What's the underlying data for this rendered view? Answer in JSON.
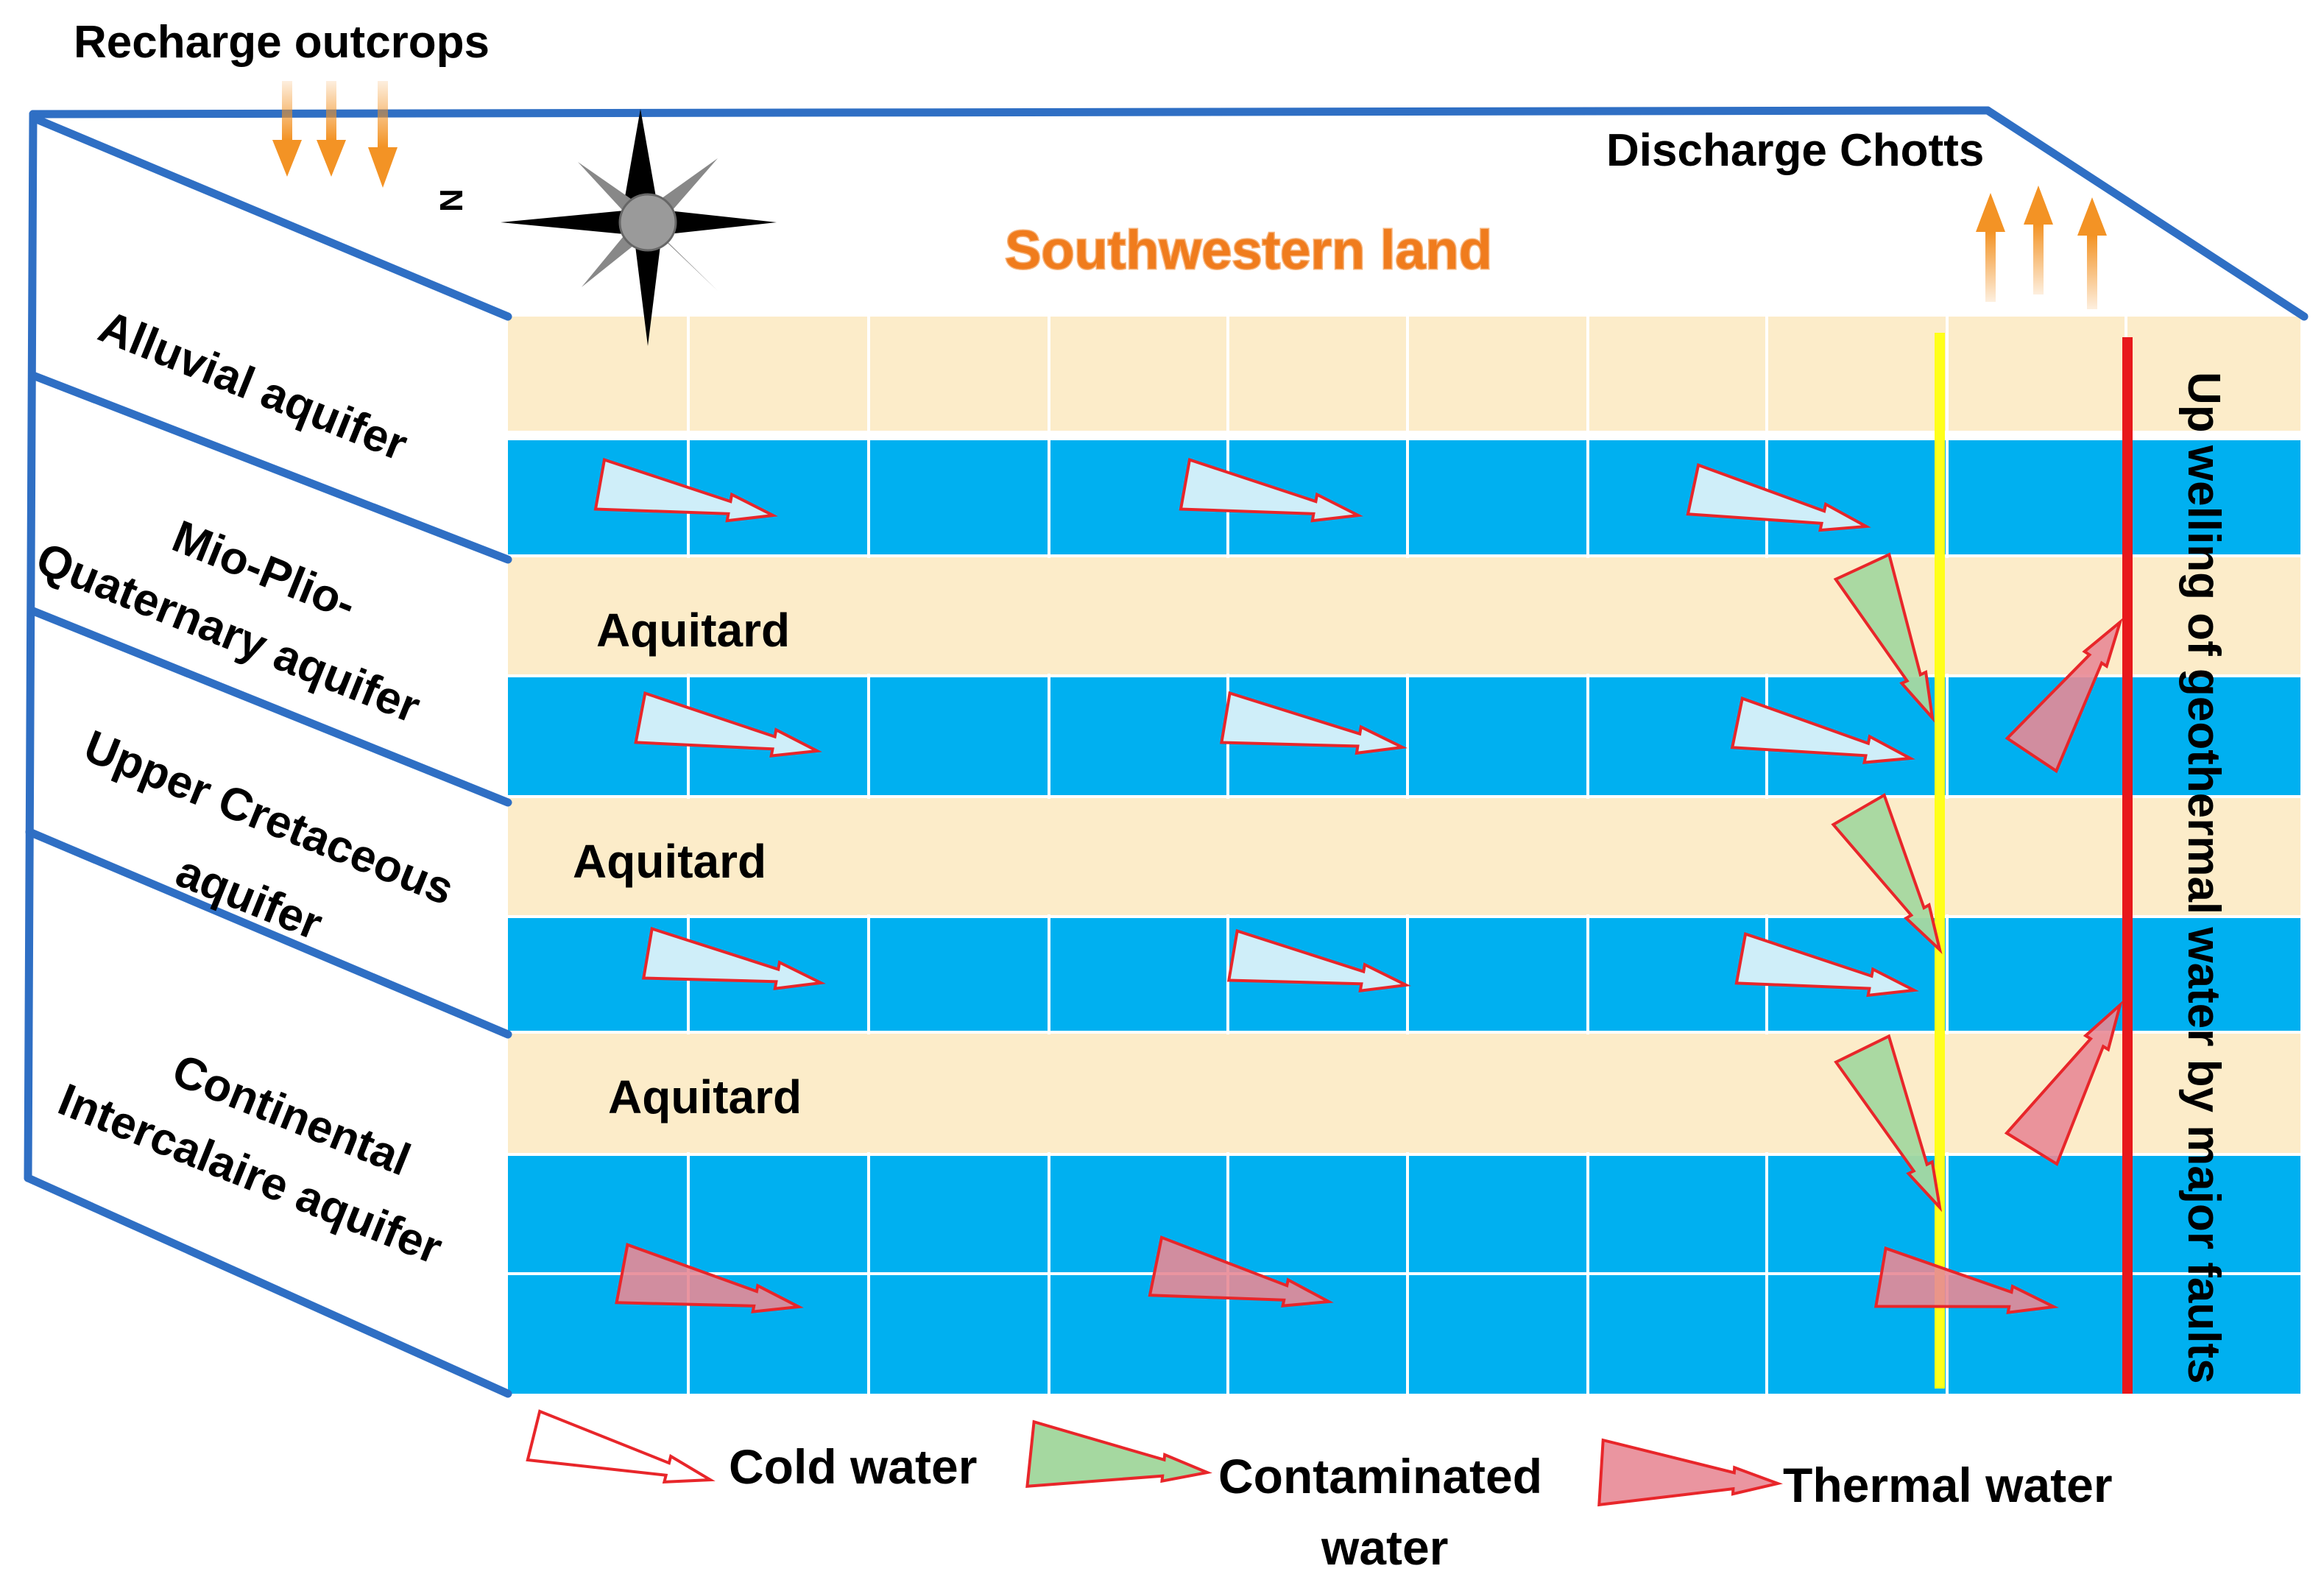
{
  "labels": {
    "recharge": "Recharge outcrops",
    "discharge": "Discharge Chotts",
    "land": "Southwestern land",
    "compass_letter": "N",
    "upwelling": "Up welling of geothermal water by major faults"
  },
  "layers": [
    {
      "lines": [
        "Alluvial aquifer"
      ]
    },
    {
      "lines": [
        "Mio-Plio-",
        "Quaternary aquifer"
      ]
    },
    {
      "lines": [
        "Upper Cretaceous",
        "aquifer"
      ]
    },
    {
      "lines": [
        "Continental",
        "Intercalaire aquifer"
      ]
    }
  ],
  "aquitards": [
    "Aquitard",
    "Aquitard",
    "Aquitard"
  ],
  "legend": {
    "cold": "Cold water",
    "contaminated_line1": "Contaminated",
    "contaminated_line2": "water",
    "thermal": "Thermal water"
  },
  "colors": {
    "frame": "#2f6fc4",
    "aquifer": "#00b0f0",
    "aquitard": "#fcecc9",
    "cold_fill": "#cfeef9",
    "contaminated_fill": "#a5d8a0",
    "thermal_fill": "#e88a96",
    "arrow_stroke": "#e8262a",
    "fault_yellow": "#ffff1a",
    "fault_red": "#e8181b",
    "recharge_arrow": "#f39325"
  }
}
